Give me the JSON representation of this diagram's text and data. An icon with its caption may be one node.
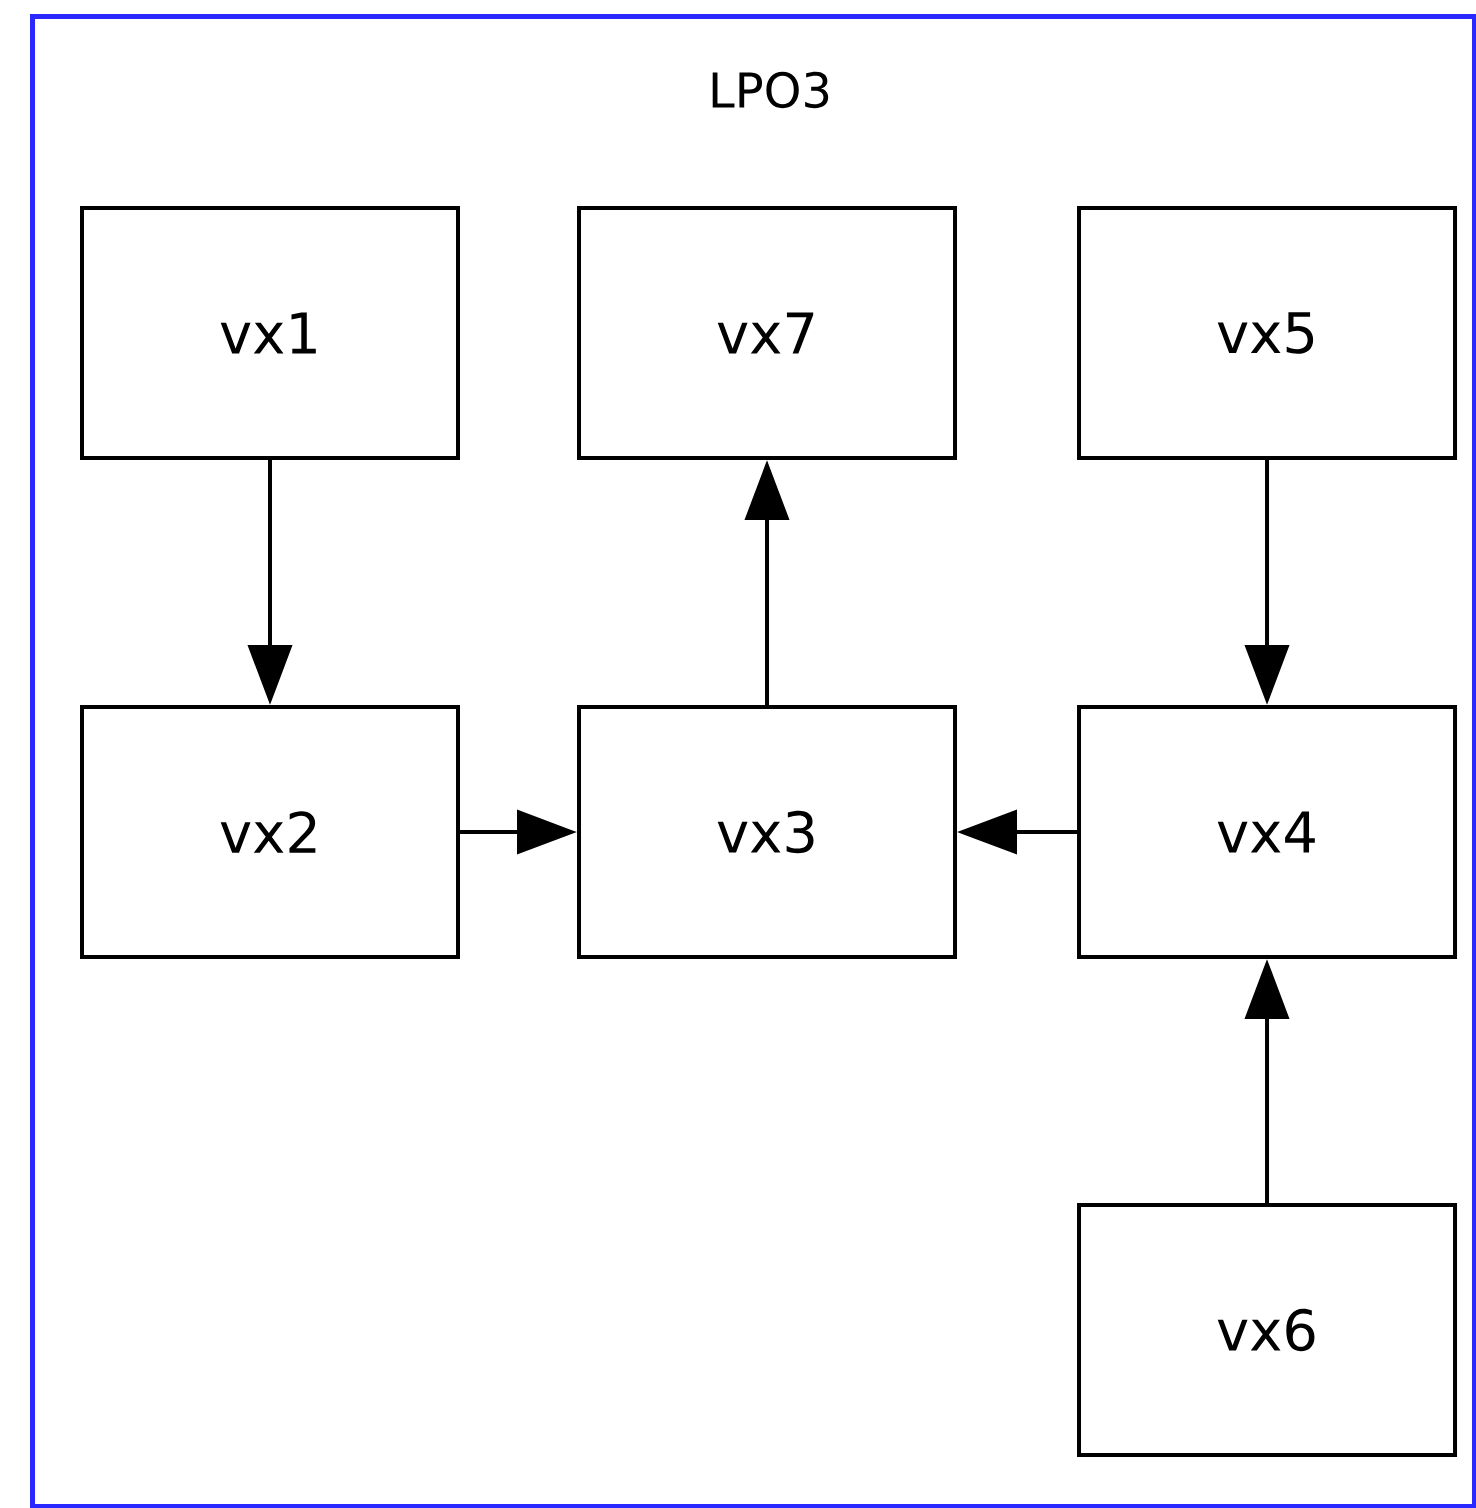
{
  "diagram": {
    "nodes": [
      {
        "text": [
          "LPO3"
        ]
      },
      {
        "text": [
          "vx1"
        ],
        "in": 0
      },
      {
        "text": [
          "vx7"
        ],
        "in": 0
      },
      {
        "text": [
          "vx5"
        ],
        "in": 0
      },
      {
        "text": [
          "vx2"
        ],
        "in": 0
      },
      {
        "text": [
          "vx3"
        ],
        "in": 0
      },
      {
        "text": [
          "vx4"
        ],
        "in": 0
      },
      {
        "text": [
          "vx6"
        ],
        "in": 0
      }
    ],
    "edges": [
      {
        "from": 1,
        "to": 4,
        "arrow": "to"
      },
      {
        "from": 5,
        "to": 2,
        "arrow": "to"
      },
      {
        "from": 3,
        "to": 6,
        "arrow": "to"
      },
      {
        "from": 4,
        "to": 5,
        "arrow": "to"
      },
      {
        "from": 6,
        "to": 5,
        "arrow": "to"
      },
      {
        "from": 7,
        "to": 6,
        "arrow": "to"
      }
    ]
  }
}
